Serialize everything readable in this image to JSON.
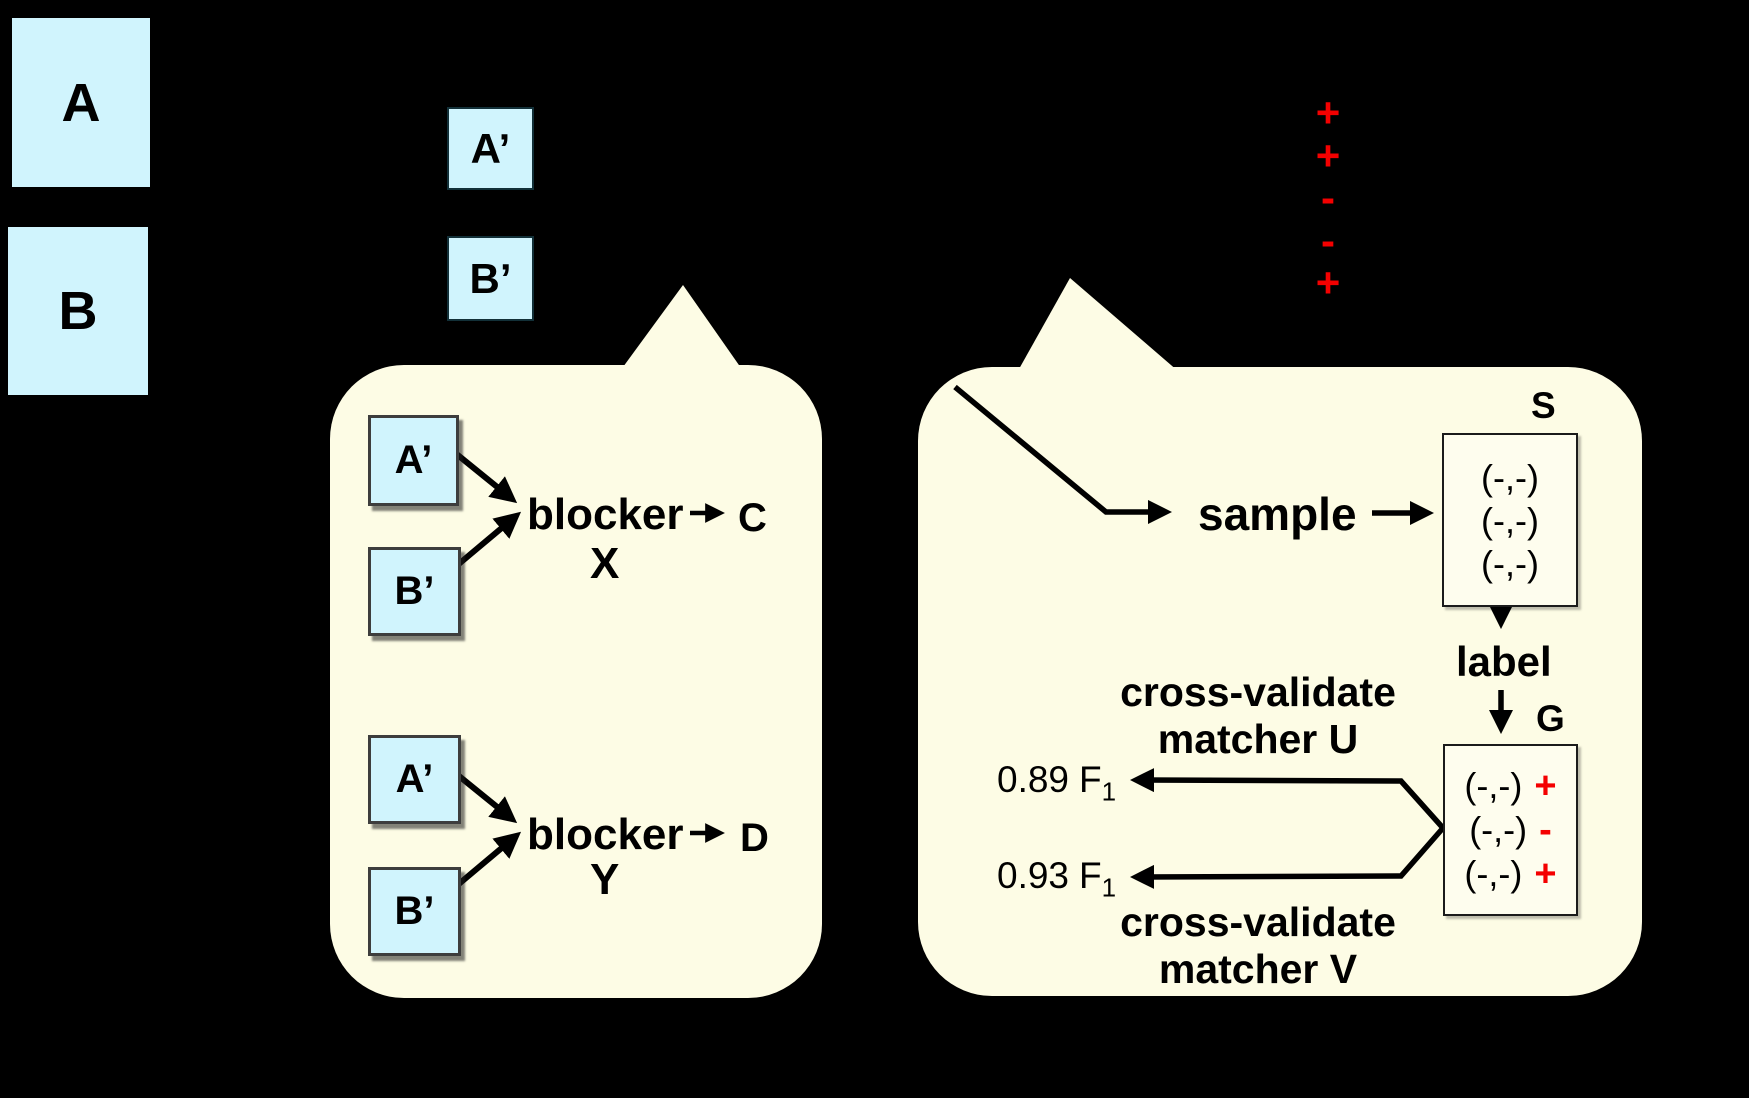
{
  "colors": {
    "background": "#000000",
    "table_fill": "#d0f4fd",
    "callout_fill": "#fdfce5",
    "mark_red": "#f40000",
    "line_black": "#000000"
  },
  "tables": {
    "a": "A",
    "b": "B",
    "a_prime": "A’",
    "b_prime": "B’"
  },
  "prediction_marks": [
    "+",
    "+",
    "-",
    "-",
    "+"
  ],
  "blocking_callout": {
    "upper": {
      "input_a": "A’",
      "input_b": "B’",
      "operator": "blocker",
      "output": "C",
      "blocker_name": "X"
    },
    "lower": {
      "input_a": "A’",
      "input_b": "B’",
      "operator": "blocker",
      "output": "D",
      "blocker_name": "Y"
    }
  },
  "matching_callout": {
    "sample_label": "sample",
    "sample_table": {
      "name": "S",
      "rows": [
        "(-,-)",
        "(-,-)",
        "(-,-)"
      ]
    },
    "label_action": "label",
    "labeled_table": {
      "name": "G",
      "rows": [
        {
          "pair": "(-,-)",
          "mark": "+"
        },
        {
          "pair": "(-,-)",
          "mark": "-"
        },
        {
          "pair": "(-,-)",
          "mark": "+"
        }
      ]
    },
    "matcher_u": {
      "action_line1": "cross-validate",
      "action_line2": "matcher U",
      "score": "0.89",
      "metric": "F",
      "metric_subscript": "1"
    },
    "matcher_v": {
      "action_line1": "cross-validate",
      "action_line2": "matcher V",
      "score": "0.93",
      "metric": "F",
      "metric_subscript": "1"
    }
  }
}
